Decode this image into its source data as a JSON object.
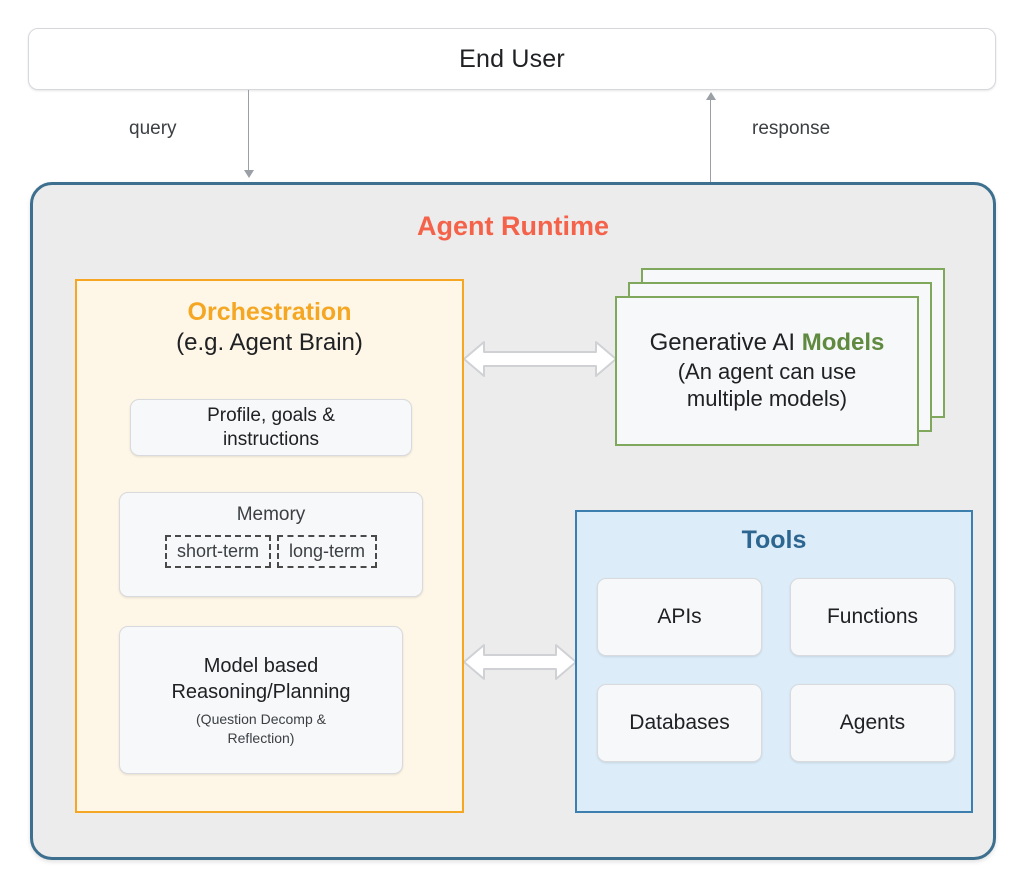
{
  "diagram": {
    "title": "Agent Runtime",
    "title_color": "#f4624a",
    "end_user": {
      "label": "End User"
    },
    "connectors": [
      {
        "name": "query",
        "label": "query",
        "direction": "down"
      },
      {
        "name": "response",
        "label": "response",
        "direction": "up"
      }
    ],
    "orchestration": {
      "title": "Orchestration",
      "title_color": "#f5a623",
      "subtitle": "(e.g. Agent Brain)",
      "border_color": "#f5a623",
      "fill_color": "#fef6e6",
      "cards": {
        "profile": {
          "line1": "Profile, goals &",
          "line2": "instructions"
        },
        "memory": {
          "title": "Memory",
          "chips": [
            "short-term",
            "long-term"
          ]
        },
        "reasoning": {
          "line1": "Model based",
          "line2": "Reasoning/Planning",
          "sub1": "(Question Decomp &",
          "sub2": "Reflection)"
        }
      }
    },
    "models": {
      "title_plain": "Generative AI ",
      "title_highlight": "Models",
      "highlight_color": "#5f8a3f",
      "sub1": "(An agent can use",
      "sub2": "multiple models)",
      "border_color": "#7fa85c",
      "layers": 3
    },
    "tools": {
      "title": "Tools",
      "title_color": "#2c6590",
      "border_color": "#3d7fae",
      "fill_color": "#dcedf9",
      "items": [
        {
          "label": "APIs"
        },
        {
          "label": "Functions"
        },
        {
          "label": "Databases"
        },
        {
          "label": "Agents"
        }
      ]
    },
    "arrows": [
      {
        "name": "orchestration-models-arrow",
        "type": "double-headed"
      },
      {
        "name": "orchestration-tools-arrow",
        "type": "double-headed"
      }
    ]
  }
}
